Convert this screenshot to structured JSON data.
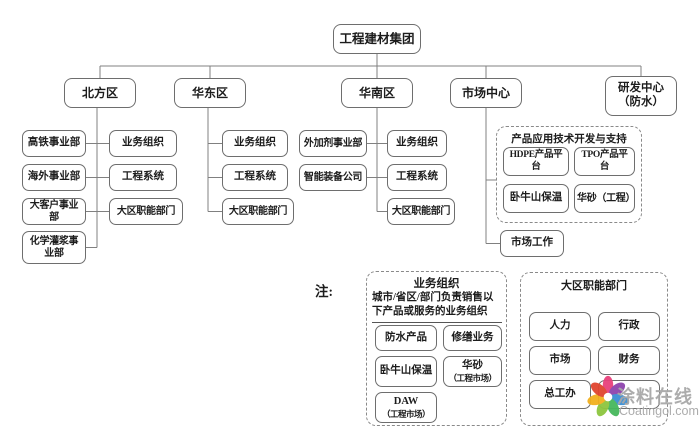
{
  "root": {
    "label": "工程建材集团"
  },
  "level2": {
    "north": {
      "label": "北方区"
    },
    "east": {
      "label": "华东区"
    },
    "south": {
      "label": "华南区"
    },
    "market": {
      "label": "市场中心"
    },
    "rnd": {
      "line1": "研发中心",
      "line2": "（防水）"
    }
  },
  "north": {
    "divisions": [
      {
        "label": "高铁事业部"
      },
      {
        "label": "海外事业部"
      },
      {
        "label": "大客户事业部"
      },
      {
        "label": "化学灌浆事业部"
      }
    ],
    "orgs": [
      {
        "label": "业务组织"
      },
      {
        "label": "工程系统"
      },
      {
        "label": "大区职能部门"
      }
    ]
  },
  "east": {
    "orgs": [
      {
        "label": "业务组织"
      },
      {
        "label": "工程系统"
      },
      {
        "label": "大区职能部门"
      }
    ]
  },
  "south": {
    "divisions": [
      {
        "label": "外加剂事业部"
      },
      {
        "label": "智能装备公司"
      }
    ],
    "orgs": [
      {
        "label": "业务组织"
      },
      {
        "label": "工程系统"
      },
      {
        "label": "大区职能部门"
      }
    ]
  },
  "market": {
    "tech_group": {
      "title": "产品应用技术开发与支持",
      "items": [
        {
          "label": "HDPE产品平台"
        },
        {
          "label": "TPO产品平台"
        },
        {
          "label": "卧牛山保温"
        },
        {
          "label": "华砂（工程）"
        }
      ]
    },
    "market_work": {
      "label": "市场工作"
    }
  },
  "note": {
    "label": "注:"
  },
  "legend_business_org": {
    "title": "业务组织",
    "desc_line1": "城市/省区/部门负责销售以",
    "desc_line2": "下产品或服务的业务组织",
    "items": [
      {
        "label": "防水产品"
      },
      {
        "label": "修缮业务"
      },
      {
        "label": "卧牛山保温"
      },
      {
        "line1": "华砂",
        "line2": "（工程市场）"
      },
      {
        "line1": "DAW",
        "line2": "（工程市场）"
      }
    ]
  },
  "legend_regional_depts": {
    "title": "大区职能部门",
    "items": [
      {
        "label": "人力"
      },
      {
        "label": "行政"
      },
      {
        "label": "市场"
      },
      {
        "label": "财务"
      },
      {
        "label": "总工办"
      },
      {
        "label": ""
      }
    ]
  },
  "watermark": {
    "cn": "涂料在线",
    "en": "Coatingol.com"
  },
  "colors": {
    "line": "#808080",
    "box_border": "#6e6e6e",
    "text": "#1c1c1c",
    "watermark": "#a8a8a8"
  }
}
